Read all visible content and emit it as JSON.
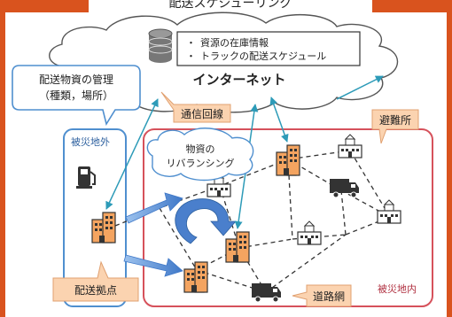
{
  "title": "配送スケジューリング",
  "colors": {
    "frame": "#d9531e",
    "callout_fill": "#fbd3b0",
    "building_orange": "#f4a460",
    "blue_area": "#4f8fcf",
    "red_area": "#d6515b",
    "arrow_blue": "#5b8fd3",
    "link_teal": "#2d9bb8"
  },
  "cloud": {
    "label": "インターネット",
    "database_icon": "database-icon",
    "items": [
      "資源の在庫情報",
      "トラックの配送スケジュール"
    ],
    "bullet": "・"
  },
  "callouts": {
    "management": [
      "配送物資の管理",
      "（種類，場所）"
    ],
    "communication": "通信回線",
    "rebalancing": [
      "物資の",
      "リバランシング"
    ],
    "shelter": "避難所",
    "depot": "配送拠点",
    "road_network": "道路網"
  },
  "areas": {
    "outside": "被災地外",
    "inside": "被災地内"
  },
  "icons": [
    "fuel-pump-icon",
    "warehouse-icon",
    "school-building-icon",
    "truck-icon",
    "database-icon"
  ]
}
